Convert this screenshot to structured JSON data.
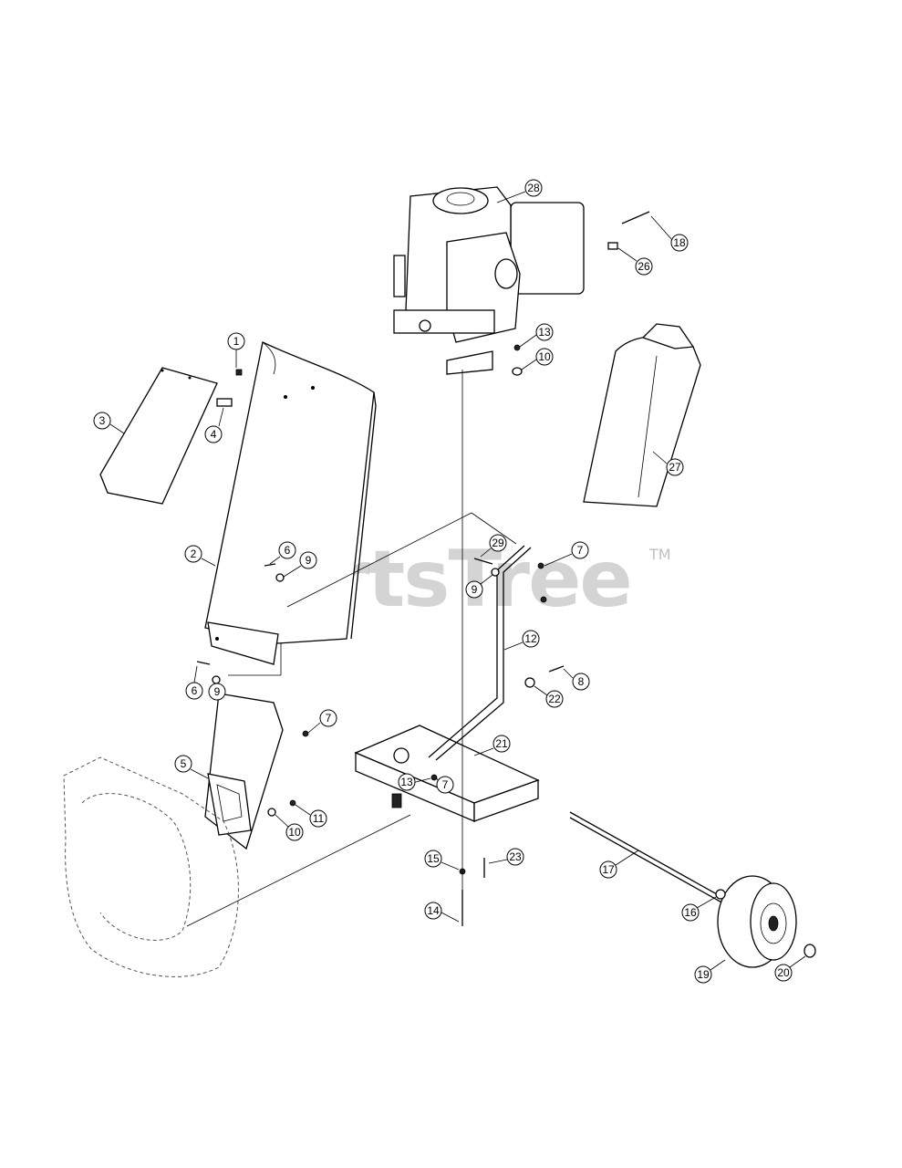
{
  "watermark": {
    "text": "PartsTree",
    "trademark": "TM"
  },
  "callouts": [
    "1",
    "2",
    "3",
    "4",
    "5",
    "6",
    "6",
    "7",
    "7",
    "7",
    "8",
    "9",
    "9",
    "9",
    "10",
    "10",
    "11",
    "12",
    "13",
    "13",
    "14",
    "15",
    "16",
    "17",
    "18",
    "19",
    "20",
    "21",
    "22",
    "23",
    "26",
    "27",
    "28",
    "29"
  ]
}
